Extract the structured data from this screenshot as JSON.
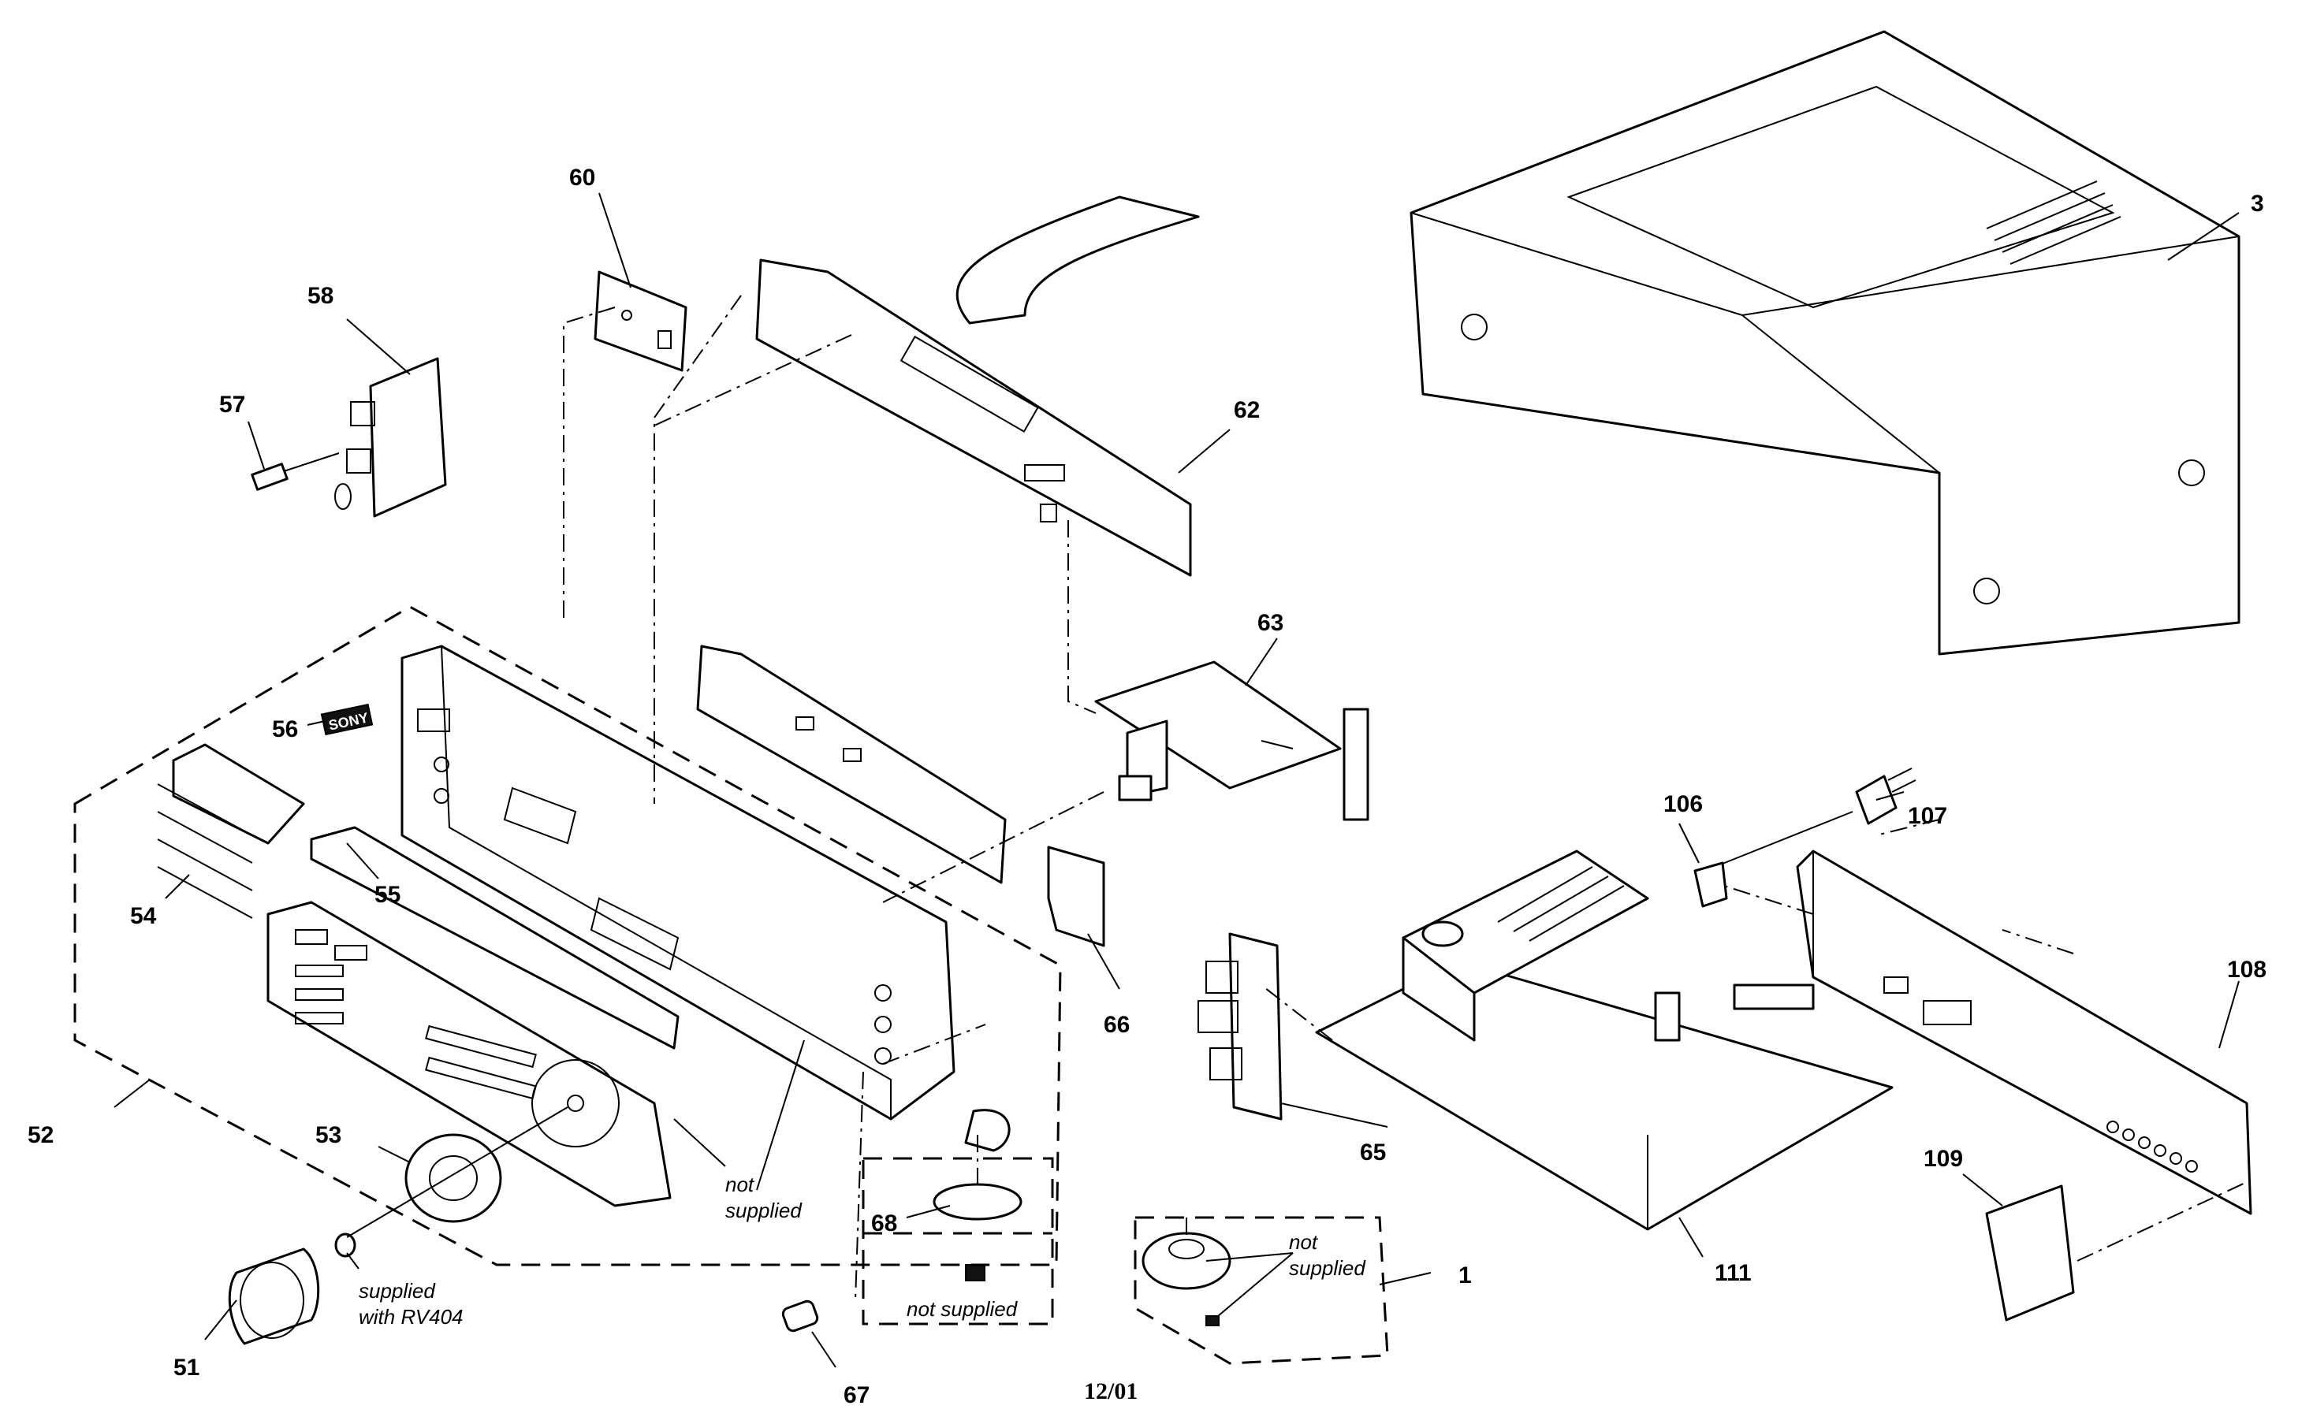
{
  "callouts": {
    "p1": "1",
    "p3": "3",
    "p51": "51",
    "p52": "52",
    "p53": "53",
    "p54": "54",
    "p55": "55",
    "p56": "56",
    "p57": "57",
    "p58": "58",
    "p60": "60",
    "p62": "62",
    "p63": "63",
    "p65": "65",
    "p66": "66",
    "p67": "67",
    "p68": "68",
    "p106": "106",
    "p107": "107",
    "p108": "108",
    "p109": "109",
    "p111": "111"
  },
  "notes": {
    "not_supplied_front_1": "not",
    "not_supplied_front_2": "supplied",
    "not_supplied_box": "not supplied",
    "not_supplied_motor_1": "not",
    "not_supplied_motor_2": "supplied",
    "supplied_with_1": "supplied",
    "supplied_with_2": "with RV404"
  },
  "logo_text": "SONY",
  "revision_date": "12/01"
}
